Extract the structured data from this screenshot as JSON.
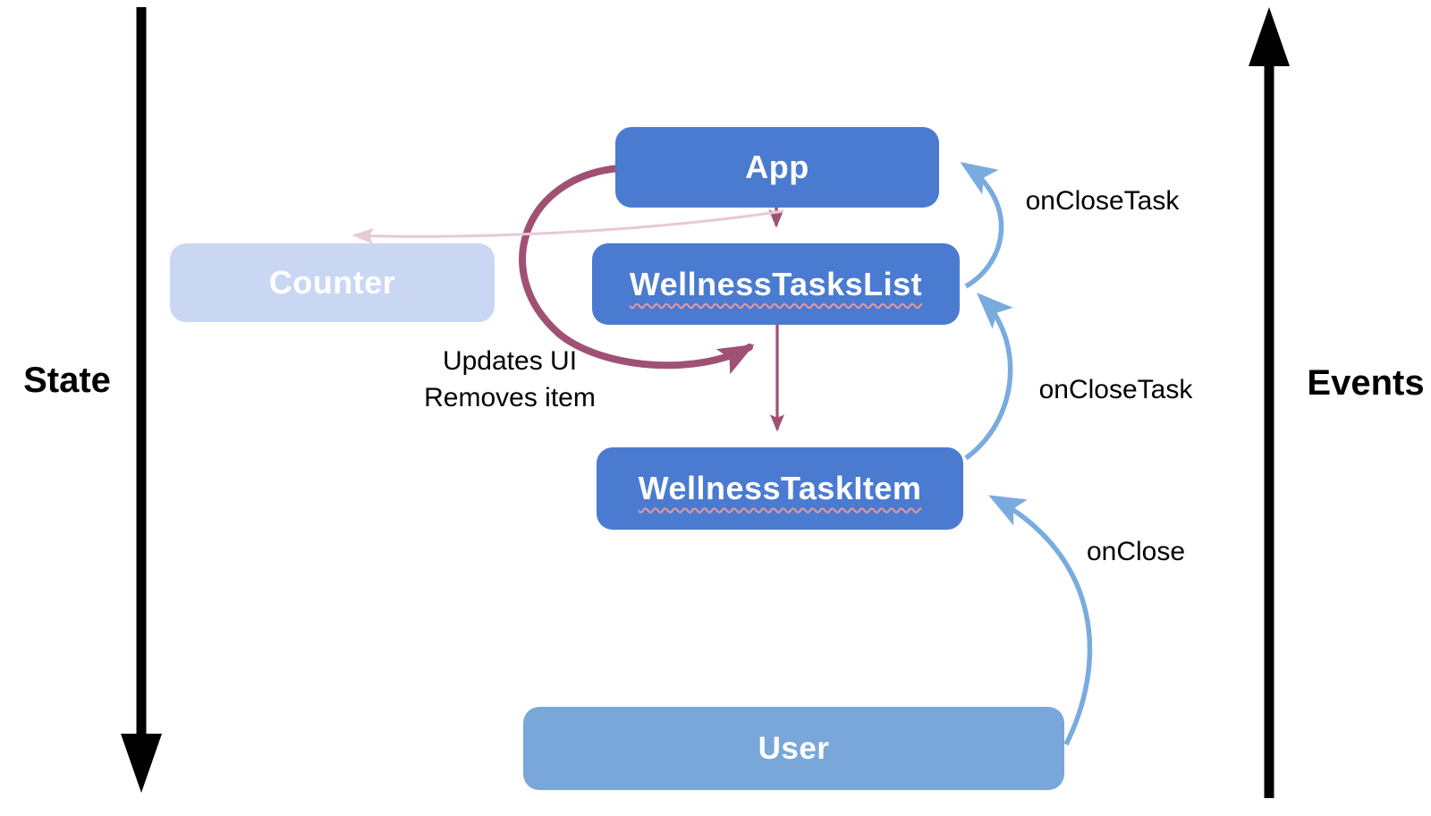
{
  "diagram": {
    "axes": {
      "state_label": "State",
      "events_label": "Events"
    },
    "boxes": [
      {
        "id": "app",
        "label": "App"
      },
      {
        "id": "counter",
        "label": "Counter",
        "state": "inactive"
      },
      {
        "id": "wellness-tasks-list",
        "label": "WellnessTasksList"
      },
      {
        "id": "wellness-task-item",
        "label": "WellnessTaskItem"
      },
      {
        "id": "user",
        "label": "User"
      }
    ],
    "edge_labels": {
      "on_close_task_top": "onCloseTask",
      "on_close_task_mid": "onCloseTask",
      "on_close": "onClose",
      "note_line1": "Updates UI",
      "note_line2": "Removes item"
    },
    "colors": {
      "component_blue": "#4a7bd0",
      "user_blue": "#7aa7d9",
      "counter_blue": "#c9d7f3",
      "event_arrow_blue": "#7aabdf",
      "state_arrow_maroon": "#a05173",
      "ghost_pink": "#e7c9d8",
      "ink_black": "#000000",
      "box_text_white": "#ffffff",
      "squiggle_pink": "#e59a9e"
    }
  }
}
